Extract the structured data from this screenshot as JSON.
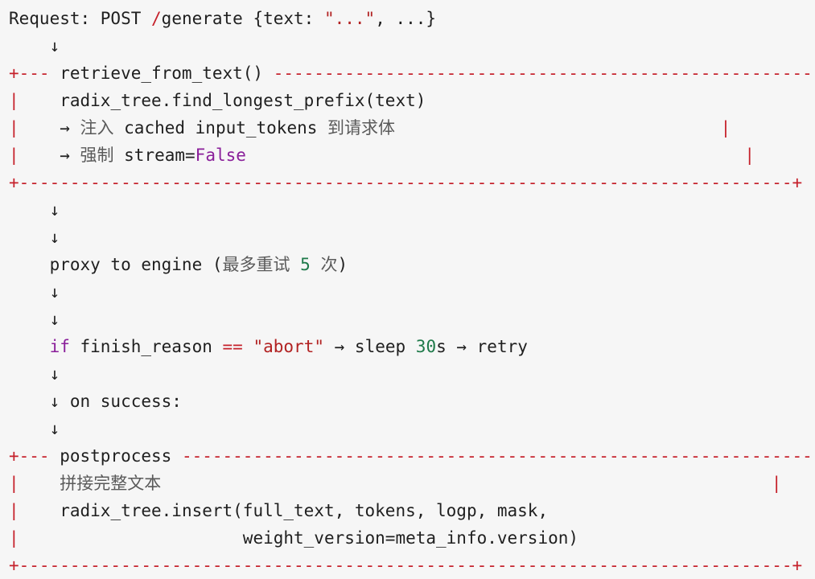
{
  "code_block": {
    "language": "text",
    "lines": [
      [
        {
          "t": "plain",
          "v": "Request: POST "
        },
        {
          "t": "op",
          "v": "/"
        },
        {
          "t": "plain",
          "v": "generate {text: "
        },
        {
          "t": "str",
          "v": "\"...\""
        },
        {
          "t": "plain",
          "v": ", ...}"
        }
      ],
      [
        {
          "t": "plain",
          "v": "    ↓"
        }
      ],
      [
        {
          "t": "op",
          "v": "+--- "
        },
        {
          "t": "plain",
          "v": "retrieve_from_text() "
        },
        {
          "t": "op",
          "v": "------------------------------------------------------+"
        }
      ],
      [
        {
          "t": "op",
          "v": "|"
        },
        {
          "t": "plain",
          "v": "    radix_tree.find_longest_prefix(text)                                      "
        },
        {
          "t": "op",
          "v": "|"
        }
      ],
      [
        {
          "t": "op",
          "v": "|"
        },
        {
          "t": "plain",
          "v": "    → "
        },
        {
          "t": "cjk",
          "v": "注入"
        },
        {
          "t": "plain",
          "v": " cached input_tokens "
        },
        {
          "t": "cjk",
          "v": "到请求体"
        },
        {
          "t": "plain",
          "v": "                                "
        },
        {
          "t": "op",
          "v": "|"
        }
      ],
      [
        {
          "t": "op",
          "v": "|"
        },
        {
          "t": "plain",
          "v": "    → "
        },
        {
          "t": "cjk",
          "v": "强制"
        },
        {
          "t": "plain",
          "v": " stream="
        },
        {
          "t": "kw",
          "v": "False"
        },
        {
          "t": "plain",
          "v": "                                                 "
        },
        {
          "t": "op",
          "v": "|"
        }
      ],
      [
        {
          "t": "op",
          "v": "+----------------------------------------------------------------------------+"
        }
      ],
      [
        {
          "t": "plain",
          "v": "    ↓"
        }
      ],
      [
        {
          "t": "plain",
          "v": "    ↓"
        }
      ],
      [
        {
          "t": "plain",
          "v": "    proxy to engine ("
        },
        {
          "t": "cjk",
          "v": "最多重试"
        },
        {
          "t": "plain",
          "v": " "
        },
        {
          "t": "num",
          "v": "5"
        },
        {
          "t": "plain",
          "v": " "
        },
        {
          "t": "cjk",
          "v": "次"
        },
        {
          "t": "plain",
          "v": ")"
        }
      ],
      [
        {
          "t": "plain",
          "v": "    ↓"
        }
      ],
      [
        {
          "t": "plain",
          "v": "    ↓"
        }
      ],
      [
        {
          "t": "plain",
          "v": "    "
        },
        {
          "t": "kw",
          "v": "if"
        },
        {
          "t": "plain",
          "v": " finish_reason "
        },
        {
          "t": "op",
          "v": "=="
        },
        {
          "t": "plain",
          "v": " "
        },
        {
          "t": "str",
          "v": "\"abort\""
        },
        {
          "t": "plain",
          "v": " → sleep "
        },
        {
          "t": "num",
          "v": "30"
        },
        {
          "t": "plain",
          "v": "s → retry"
        }
      ],
      [
        {
          "t": "plain",
          "v": "    ↓"
        }
      ],
      [
        {
          "t": "plain",
          "v": "    ↓ on success:"
        }
      ],
      [
        {
          "t": "plain",
          "v": "    ↓"
        }
      ],
      [
        {
          "t": "op",
          "v": "+--- "
        },
        {
          "t": "plain",
          "v": "postprocess "
        },
        {
          "t": "op",
          "v": "---------------------------------------------------------------+"
        }
      ],
      [
        {
          "t": "op",
          "v": "|"
        },
        {
          "t": "plain",
          "v": "    "
        },
        {
          "t": "cjk",
          "v": "拼接完整文本"
        },
        {
          "t": "plain",
          "v": "                                                            "
        },
        {
          "t": "op",
          "v": "|"
        }
      ],
      [
        {
          "t": "op",
          "v": "|"
        },
        {
          "t": "plain",
          "v": "    radix_tree.insert(full_text, tokens, logp, mask,                          "
        },
        {
          "t": "op",
          "v": "|"
        }
      ],
      [
        {
          "t": "op",
          "v": "|"
        },
        {
          "t": "plain",
          "v": "                      weight_version=meta_info.version)                       "
        },
        {
          "t": "op",
          "v": "|"
        }
      ],
      [
        {
          "t": "op",
          "v": "+----------------------------------------------------------------------------+"
        }
      ]
    ]
  }
}
